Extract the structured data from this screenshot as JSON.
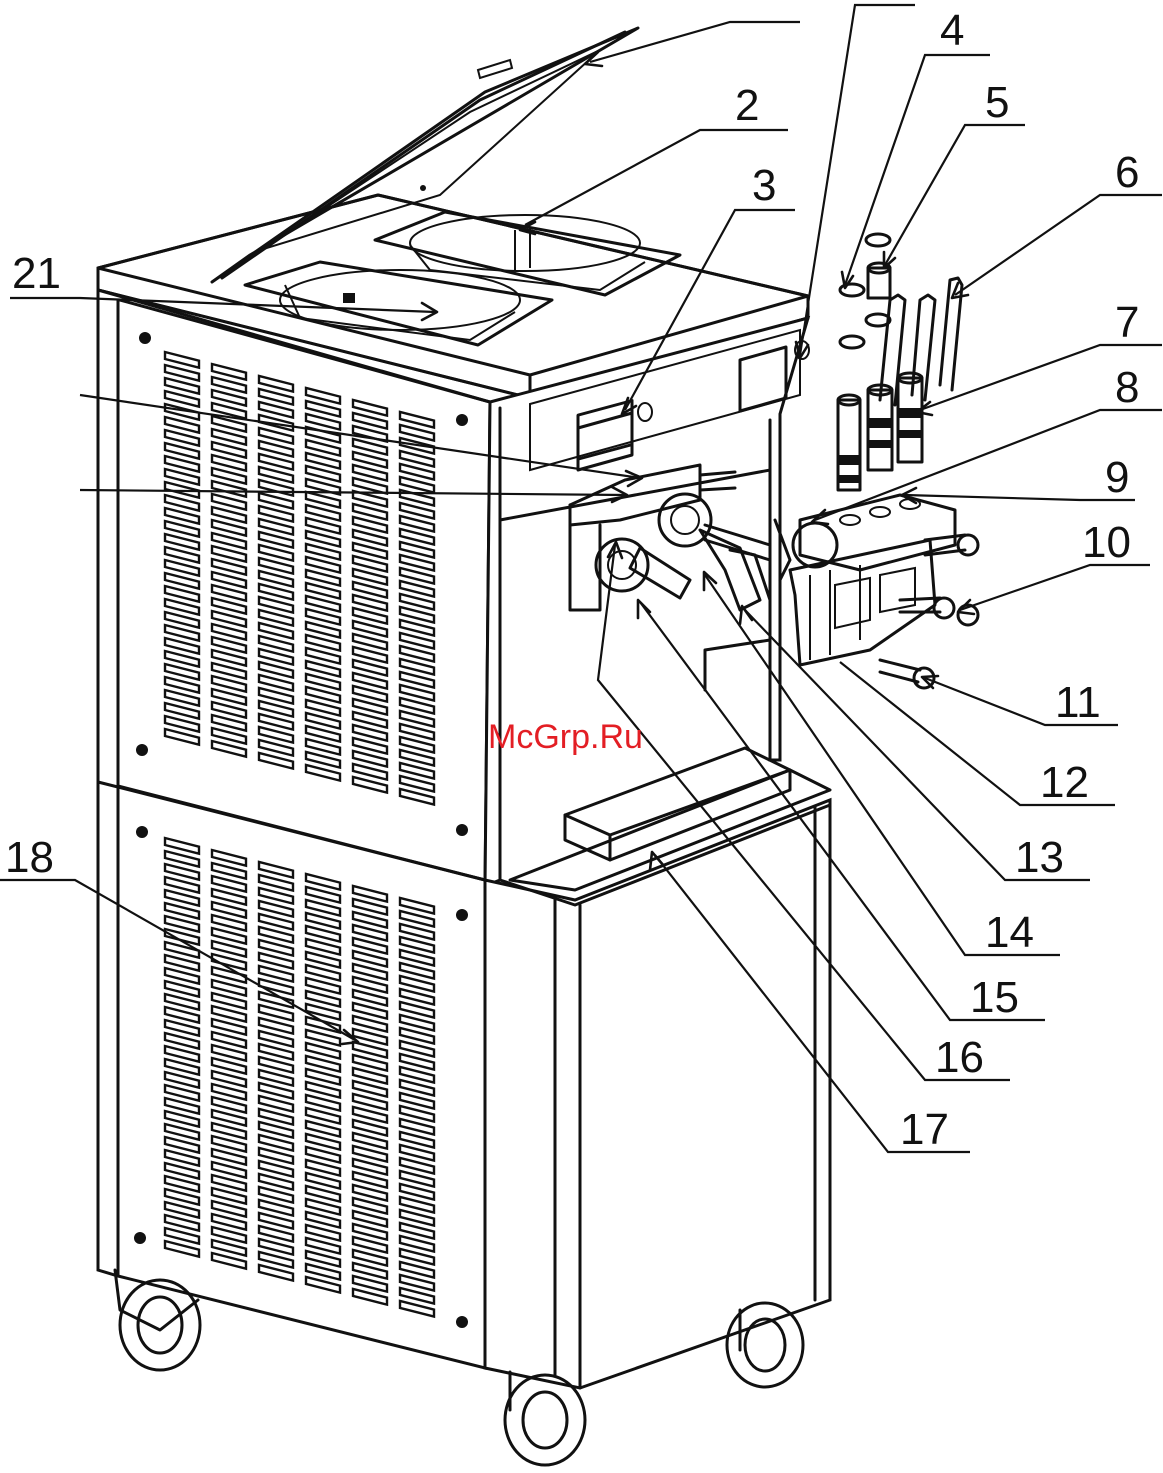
{
  "watermark": "McGrp.Ru",
  "labels": [
    {
      "id": "2",
      "text": "2"
    },
    {
      "id": "3",
      "text": "3"
    },
    {
      "id": "4",
      "text": "4"
    },
    {
      "id": "5",
      "text": "5"
    },
    {
      "id": "6",
      "text": "6"
    },
    {
      "id": "7",
      "text": "7"
    },
    {
      "id": "8",
      "text": "8"
    },
    {
      "id": "9",
      "text": "9"
    },
    {
      "id": "10",
      "text": "10"
    },
    {
      "id": "11",
      "text": "11"
    },
    {
      "id": "12",
      "text": "12"
    },
    {
      "id": "13",
      "text": "13"
    },
    {
      "id": "14",
      "text": "14"
    },
    {
      "id": "15",
      "text": "15"
    },
    {
      "id": "16",
      "text": "16"
    },
    {
      "id": "17",
      "text": "17"
    },
    {
      "id": "18",
      "text": "18"
    },
    {
      "id": "21",
      "text": "21"
    }
  ]
}
